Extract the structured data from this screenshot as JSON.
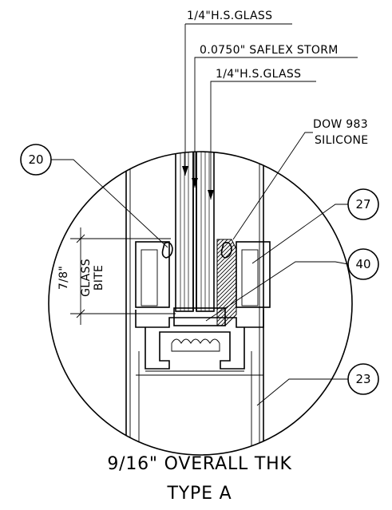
{
  "labels": {
    "glass_top": "1/4\"H.S.GLASS",
    "interlayer": "0.0750\" SAFLEX STORM",
    "glass_bottom": "1/4\"H.S.GLASS",
    "silicone_line1": "DOW 983",
    "silicone_line2": "SILICONE",
    "bite_value": "7/8\"",
    "bite_line1": "GLASS",
    "bite_line2": "BITE"
  },
  "callouts": [
    "20",
    "27",
    "40",
    "23"
  ],
  "caption": {
    "line1": "9/16\" OVERALL THK",
    "line2": "TYPE A"
  }
}
